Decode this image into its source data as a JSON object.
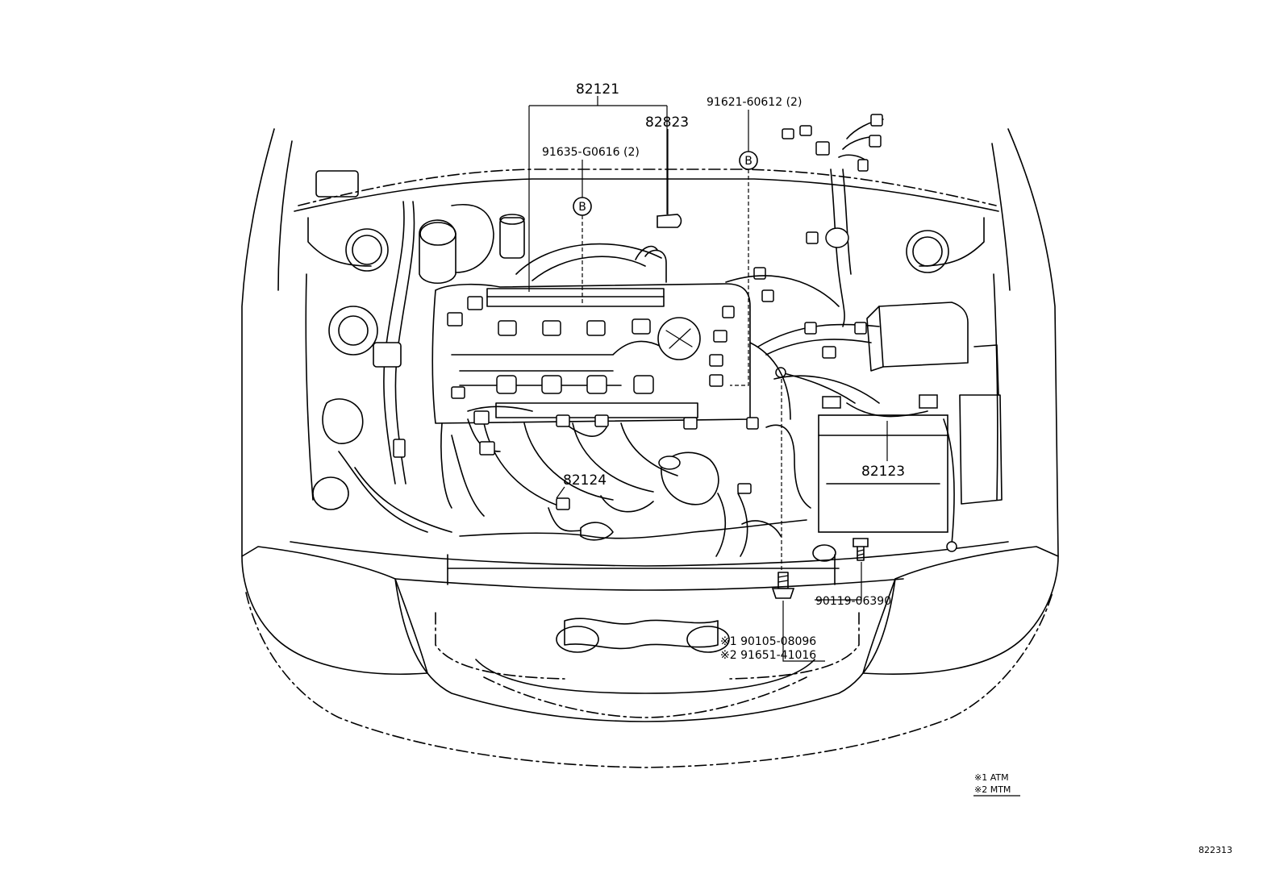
{
  "callouts": {
    "p82121": "82121",
    "p82823": "82823",
    "p91635": "91635-G0616 (2)",
    "p91621": "91621-60612 (2)",
    "p82124": "82124",
    "p82123": "82123",
    "p90119": "90119-06390",
    "p90105": "※1 90105-08096",
    "p91651": "※2 91651-41016"
  },
  "markers": {
    "b1": "B",
    "b2": "B"
  },
  "legend": {
    "line1": "※1 ATM",
    "line2": "※2 MTM"
  },
  "figure_number": "822313"
}
